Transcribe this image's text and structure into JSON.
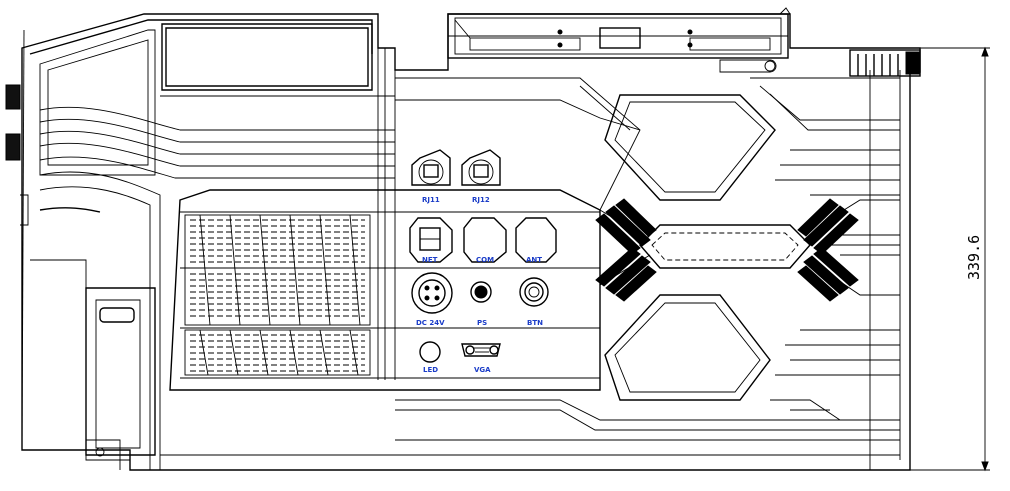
{
  "dimension": {
    "value": "339.6"
  },
  "port_labels": {
    "lan1": "RJ11",
    "lan2": "RJ12",
    "net": "NET",
    "com": "COM",
    "ant": "ANT",
    "power": "DC 24V",
    "usb": "PS",
    "btn": "BTN",
    "led": "LED",
    "vga": "VGA"
  },
  "colors": {
    "line": "#000000",
    "label": "#1a3cc8",
    "background": "#ffffff"
  }
}
